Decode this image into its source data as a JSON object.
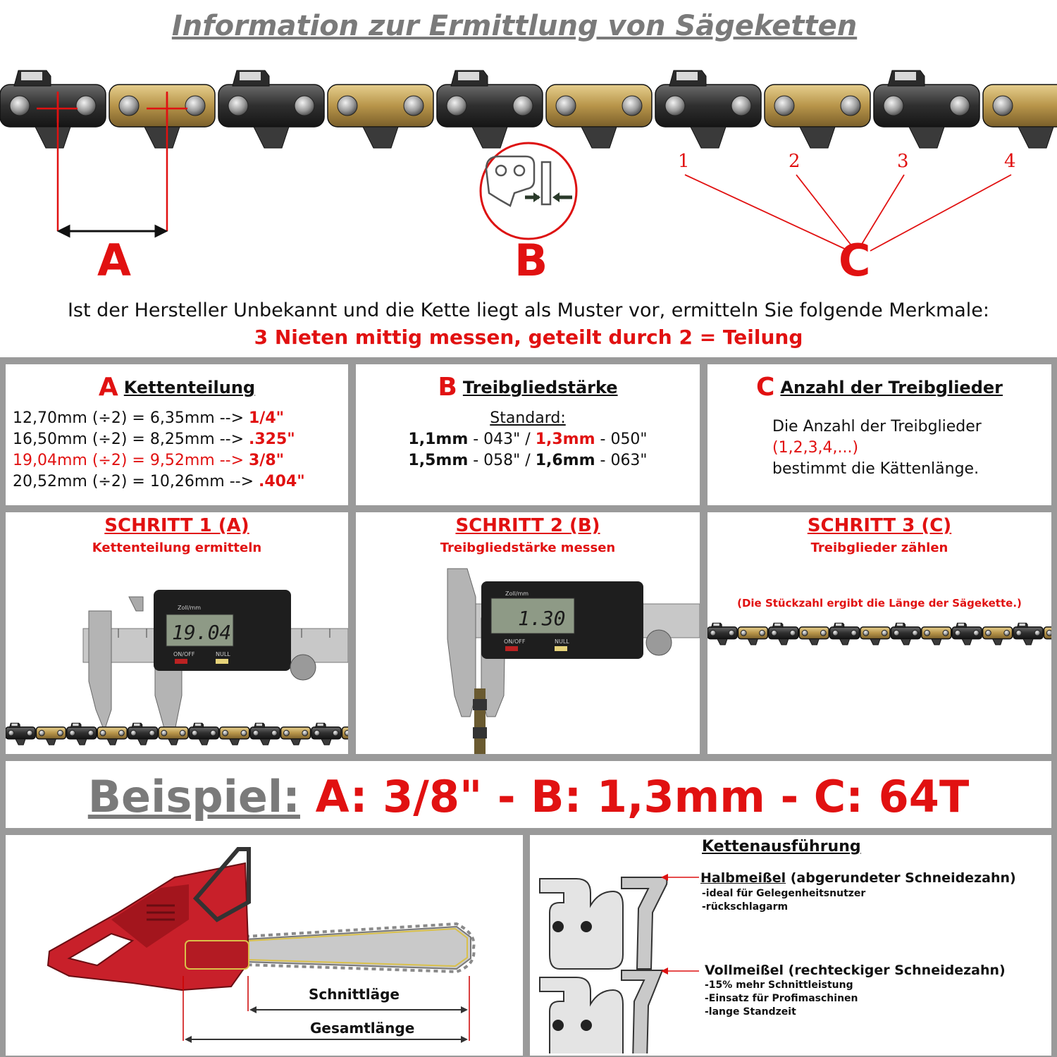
{
  "header": {
    "title": "Information zur Ermittlung von Sägeketten"
  },
  "diagram": {
    "label_a": "A",
    "label_b": "B",
    "label_c": "C",
    "link_numbers": [
      "1",
      "2",
      "3",
      "4"
    ]
  },
  "intro": {
    "line1": "Ist der Hersteller Unbekannt und die Kette liegt als Muster vor, ermitteln Sie folgende Merkmale:",
    "line2": "3 Nieten mittig messen, geteilt durch 2 = Teilung"
  },
  "panel_a": {
    "letter": "A",
    "title": "Kettenteilung",
    "rows": [
      {
        "text": "12,70mm (÷2) = 6,35mm --> ",
        "value": "1/4\"",
        "highlight": false
      },
      {
        "text": "16,50mm (÷2) = 8,25mm --> ",
        "value": ".325\"",
        "highlight": false
      },
      {
        "text": "19,04mm (÷2) = 9,52mm --> ",
        "value": "3/8\"",
        "highlight": true
      },
      {
        "text": "20,52mm (÷2) = 10,26mm --> ",
        "value": ".404\"",
        "highlight": false
      }
    ]
  },
  "panel_b": {
    "letter": "B",
    "title": "Treibgliedstärke",
    "standard_label": "Standard:",
    "row1": {
      "mm1": "1,1mm",
      "in1": " - 043\" / ",
      "mm2": "1,3mm",
      "in2": " - 050\""
    },
    "row2": {
      "mm1": "1,5mm",
      "in1": " - 058\" / ",
      "mm2": "1,6mm",
      "in2": " - 063\""
    }
  },
  "panel_c": {
    "letter": "C",
    "title": "Anzahl der Treibglieder",
    "line1": "Die Anzahl der Treibglieder",
    "line2": "(1,2,3,4,...)",
    "line3": "bestimmt die Kättenlänge."
  },
  "steps": [
    {
      "heading": "SCHRITT 1 (A)",
      "sub": "Kettenteilung ermitteln",
      "display": "19.04"
    },
    {
      "heading": "SCHRITT 2 (B)",
      "sub": "Treibgliedstärke messen",
      "display": "1.30"
    },
    {
      "heading": "SCHRITT 3 (C)",
      "sub": "Treibglieder zählen",
      "note": "(Die Stückzahl ergibt die Länge der Sägekette.)"
    }
  ],
  "caliper": {
    "unit": "Zoll/mm",
    "on_off": "ON/OFF",
    "null": "NULL"
  },
  "example": {
    "label": "Beispiel:",
    "value": "A: 3/8\" - B: 1,3mm - C: 64T"
  },
  "saw": {
    "cut_length": "Schnittläge",
    "total_length": "Gesamtlänge"
  },
  "chain_types": {
    "heading": "Kettenausführung",
    "half": {
      "name": "Halbmeißel",
      "desc": " (abgerundeter Schneidezahn)",
      "lines": [
        "-ideal für Gelegenheitsnutzer",
        "-rückschlagarm"
      ]
    },
    "full": {
      "name": "Vollmeißel",
      "desc": " (rechteckiger Schneidezahn)",
      "lines": [
        "-15% mehr Schnittleistung",
        "-Einsatz für Profimaschinen",
        "-lange Standzeit"
      ]
    }
  },
  "colors": {
    "accent": "#e11111",
    "gray_text": "#7a7a7a",
    "grid": "#9a9a9a",
    "saw_red": "#c8202a"
  }
}
